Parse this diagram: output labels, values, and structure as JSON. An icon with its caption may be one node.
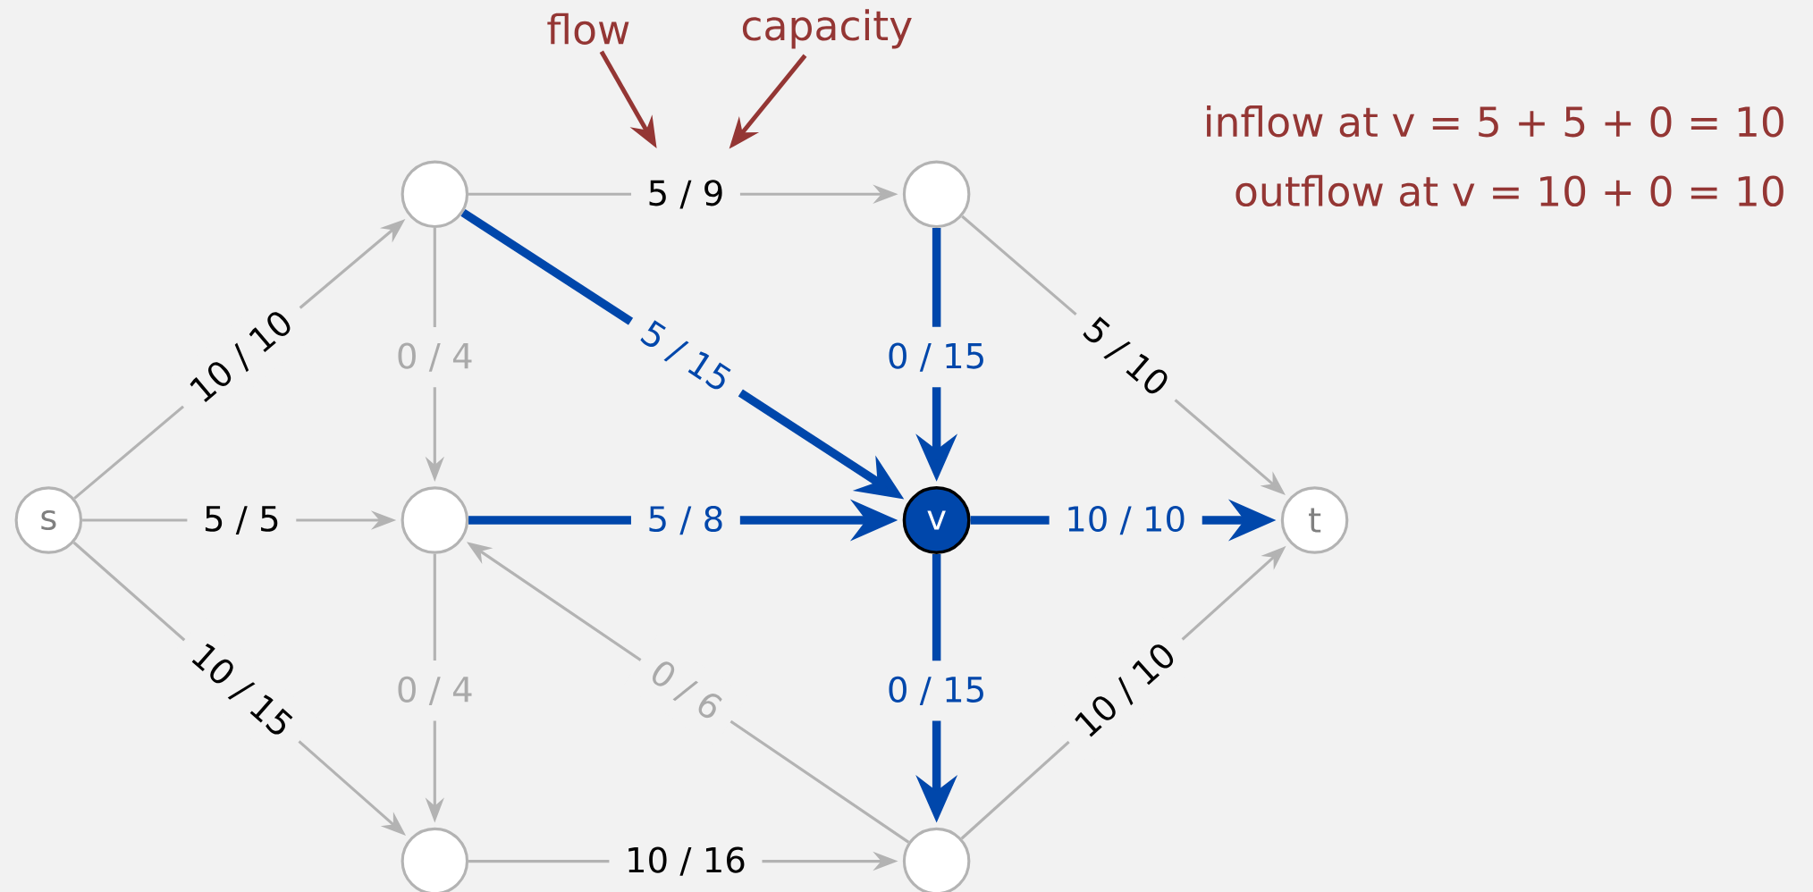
{
  "diagram": {
    "nodes": [
      {
        "text": [
          "s"
        ]
      },
      {
        "text": [],
        "shape": "circle"
      },
      {
        "text": [],
        "shape": "circle"
      },
      {
        "text": [],
        "shape": "circle"
      },
      {
        "text": [
          "v"
        ]
      },
      {
        "text": [
          "t"
        ]
      },
      {
        "text": [],
        "shape": "circle"
      },
      {
        "text": [],
        "shape": "circle"
      },
      {
        "text": [
          "flow"
        ]
      },
      {
        "text": [
          "capacity"
        ]
      }
    ],
    "edges": [
      {
        "from": 0,
        "to": 1,
        "arrow": "to",
        "label": "10 / 10"
      },
      {
        "from": 0,
        "to": 3,
        "arrow": "to",
        "label": "5 / 5"
      },
      {
        "from": 0,
        "to": 6,
        "arrow": "to",
        "label": "10 / 15"
      },
      {
        "from": 1,
        "to": 2,
        "arrow": "to",
        "label": "5 / 9"
      },
      {
        "from": 1,
        "to": 3,
        "arrow": "to",
        "label": "0 / 4"
      },
      {
        "from": 1,
        "to": 4,
        "arrow": "to",
        "label": "5 / 15",
        "style": "thick",
        "color": "#0047ab"
      },
      {
        "from": 2,
        "to": 4,
        "arrow": "to",
        "label": "0 / 15",
        "style": "thick",
        "color": "#0047ab"
      },
      {
        "from": 2,
        "to": 5,
        "arrow": "to",
        "label": "5 / 10"
      },
      {
        "from": 3,
        "to": 4,
        "arrow": "to",
        "label": "5 / 8",
        "style": "thick",
        "color": "#0047ab"
      },
      {
        "from": 3,
        "to": 6,
        "arrow": "to",
        "label": "0 / 4"
      },
      {
        "from": 7,
        "to": 3,
        "arrow": "to",
        "label": "0 / 6"
      },
      {
        "from": 4,
        "to": 5,
        "arrow": "to",
        "label": "10 / 10",
        "style": "thick",
        "color": "#0047ab"
      },
      {
        "from": 4,
        "to": 7,
        "arrow": "to",
        "label": "0 / 15",
        "style": "thick",
        "color": "#0047ab"
      },
      {
        "from": 6,
        "to": 7,
        "arrow": "to",
        "label": "10 / 16"
      },
      {
        "from": 7,
        "to": 5,
        "arrow": "to",
        "label": "10 / 10"
      },
      {
        "from": 8,
        "to": null,
        "arrow": "to",
        "color": "#943634"
      },
      {
        "from": 9,
        "to": null,
        "arrow": "to",
        "color": "#943634"
      }
    ],
    "labels": [
      "inflow at v  =  5 + 5 + 0  = 10",
      "outflow at v  =  10 + 0  = 10"
    ]
  }
}
